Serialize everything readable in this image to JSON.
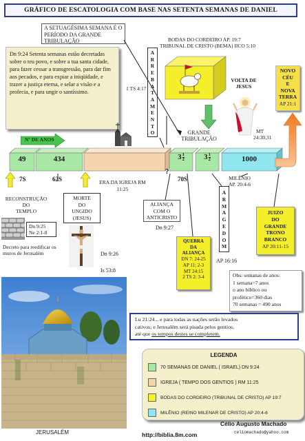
{
  "title": "GRÁFICO DE ESCATOLOGIA COM  BASE NAS SETENTA SEMANAS DE DANIEL",
  "septuagesima": "A SETUAGÉSIMA SEMANA É O PERÍODO  DA GRANDE TRIBULAÇÃO",
  "daniel_quote": "Dn 9:24 Setenta semanas estão decretadas sobre o teu povo, e sobre a tua santa cidade, para fazer cessar a transgressão, para dar fim aos pecados, e para expiar a iniqüidade, e trazer a justiça eterna, e selar a visão e a profecia, e para ungir o santíssimo.",
  "bodas": "BODAS DO CORDEIRO AP. 19:7",
  "tribunal": "TRIBUNAL DE CRISTO (BEMA) IICO 5:10",
  "arrebatamento_letters": [
    "A",
    "R",
    "R",
    "E",
    "B",
    "A",
    "T",
    "A",
    "M",
    "E",
    "N",
    "T",
    "O"
  ],
  "ts_ref": "1 TS 4:17",
  "volta": "VOLTA DE JESUS",
  "novo_ceu": [
    "NOVO",
    "CÉU",
    "E",
    "NOVA",
    "TERRA",
    "AP 21:1"
  ],
  "mt_ref": [
    "MT",
    "24:30,31"
  ],
  "grande_trib": [
    "GRANDE",
    "TRIBULAÇÃO"
  ],
  "nr_anos": "Nº DE ANOS",
  "timeline": {
    "seg1": "49",
    "seg2": "434",
    "seg3": "3",
    "seg4": "3",
    "frac_num": "1",
    "frac_den": "2",
    "seg5": "1000"
  },
  "label_7s": "7S",
  "label_62s": "62S",
  "label_70s": "70S",
  "era_igreja": "ERA DA IGREJA RM 11:25",
  "question": "?",
  "milenio": [
    "MILÊNIO",
    "AP. 20:4-6"
  ],
  "reconstrucao": [
    "RECONSTRUÇÃO",
    "DO",
    "TEMPLO"
  ],
  "dn_ne": [
    "Dn 9:25",
    "Ne 2:1-8"
  ],
  "decreto": "Decreto para reedificar os muros de Jerusalém",
  "morte": [
    "MORTE",
    "DO",
    "UNGIDO",
    "(JESUS)"
  ],
  "dn926": "Dn 9:26",
  "is53": "Is 53:8",
  "alianca": [
    "ALIANÇA",
    "COM O",
    "ANTICRISTO"
  ],
  "dn927": "Dn 9:27",
  "armagedom_letters": [
    "A",
    "R",
    "M",
    "A",
    "G",
    "E",
    "D",
    "O",
    "M"
  ],
  "ap1616": "AP 16:16",
  "quebra": [
    "QUEBRA",
    "DA",
    "ALIANÇA",
    "DN 7: 24-25",
    "AP 11: 2-3",
    "MT 24:15",
    "2 TS 2: 3-4"
  ],
  "juizo": [
    "JUIZO",
    "DO",
    "GRANDE",
    "TRONO",
    "BRANCO",
    "AP 20:11-15"
  ],
  "obs": [
    "Obs: semanas de anos:",
    "1 semana=7 anos",
    "o ano bíblico ou",
    "profético=360 dias",
    "70 semanas = 490 anos"
  ],
  "lucas": [
    "Lu 21:24... e para todas as nações serão levados",
    "cativos;  e Jerusalém será pisada pelos gentios,",
    "até que os tempos destes se completem."
  ],
  "lucas_underline": "os tempos destes se completem.",
  "legenda": {
    "title": "LEGENDA",
    "items": [
      {
        "label": "70 SEMANAS DE DANIEL ( ISRAEL)  DN 9:24",
        "color": "#a9e7a4"
      },
      {
        "label": "IGREJA ( TEMPO DOS GENTIOS ) RM 11:25",
        "color": "#f6d4ad"
      },
      {
        "label": "BODAS DO CORDEIRO (TRIBUNAL DE CRISTO) AP 19:7",
        "color": "#f4ef2a"
      },
      {
        "label": "MILÊNIO (REINO MILENAR DE CRISTO) AP 20:4-6",
        "color": "#8fe6ef"
      }
    ]
  },
  "jerusalem": "JERUSALÉM",
  "author": "Célio Augusto Machado",
  "email": "celiomachado@yahoo.com",
  "url": "http://biblia.8m.com",
  "colors": {
    "israel": "#a9e7a4",
    "igreja": "#f6d4ad",
    "bodas": "#f4ef2a",
    "milenio": "#8fe6ef",
    "novo_ceu": "#f6e04a"
  }
}
